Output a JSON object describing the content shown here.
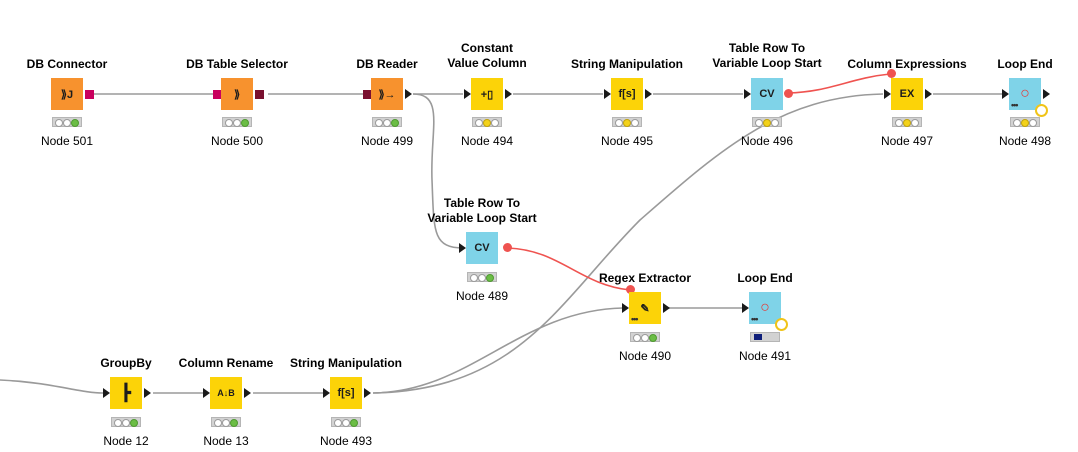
{
  "workflow": {
    "nodes": [
      {
        "id": "db-connector",
        "title": "DB Connector",
        "label": "Node 501",
        "color": "#f7922e",
        "icon": "db-connector-icon",
        "glyph": "⟫J",
        "status": "green"
      },
      {
        "id": "db-table-selector",
        "title": "DB Table Selector",
        "label": "Node 500",
        "color": "#f7922e",
        "icon": "db-table-selector-icon",
        "glyph": "⟫",
        "status": "green"
      },
      {
        "id": "db-reader",
        "title": "DB Reader",
        "label": "Node 499",
        "color": "#f7922e",
        "icon": "db-reader-icon",
        "glyph": "⟫→",
        "status": "green"
      },
      {
        "id": "constant-value-column",
        "title": "Constant\nValue Column",
        "label": "Node 494",
        "color": "#fcd308",
        "icon": "constant-value-column-icon",
        "glyph": "+▯",
        "status": "yellow"
      },
      {
        "id": "string-manipulation-495",
        "title": "String Manipulation",
        "label": "Node 495",
        "color": "#fcd308",
        "icon": "string-manipulation-icon",
        "glyph": "f[s]",
        "status": "yellow"
      },
      {
        "id": "table-row-to-var-496",
        "title": "Table Row To\nVariable Loop Start",
        "label": "Node 496",
        "color": "#7fd3e8",
        "icon": "loop-start-icon",
        "glyph": "CV",
        "status": "yellow"
      },
      {
        "id": "column-expressions",
        "title": "Column Expressions",
        "label": "Node 497",
        "color": "#fcd308",
        "icon": "column-expressions-icon",
        "glyph": "EX",
        "status": "yellow"
      },
      {
        "id": "loop-end-498",
        "title": "Loop End",
        "label": "Node 498",
        "color": "#7fd3e8",
        "icon": "loop-end-icon",
        "glyph": "○",
        "status": "yellow"
      },
      {
        "id": "table-row-to-var-489",
        "title": "Table Row To\nVariable Loop Start",
        "label": "Node 489",
        "color": "#7fd3e8",
        "icon": "loop-start-icon",
        "glyph": "CV",
        "status": "green"
      },
      {
        "id": "regex-extractor",
        "title": "Regex Extractor",
        "label": "Node 490",
        "color": "#fcd308",
        "icon": "regex-extractor-icon",
        "glyph": "✎",
        "status": "green"
      },
      {
        "id": "loop-end-491",
        "title": "Loop End",
        "label": "Node 491",
        "color": "#7fd3e8",
        "icon": "loop-end-icon",
        "glyph": "○",
        "status": "executing"
      },
      {
        "id": "groupby",
        "title": "GroupBy",
        "label": "Node 12",
        "color": "#fcd308",
        "icon": "groupby-icon",
        "glyph": "┣",
        "status": "green"
      },
      {
        "id": "column-rename",
        "title": "Column Rename",
        "label": "Node 13",
        "color": "#fcd308",
        "icon": "column-rename-icon",
        "glyph": "A↓B",
        "status": "green"
      },
      {
        "id": "string-manipulation-493",
        "title": "String Manipulation",
        "label": "Node 493",
        "color": "#fcd308",
        "icon": "string-manipulation-icon",
        "glyph": "f[s]",
        "status": "green"
      }
    ]
  },
  "colors": {
    "connection": "#9a9a9a",
    "variable_connection": "#ef5350",
    "db_port": "#c9005e"
  }
}
